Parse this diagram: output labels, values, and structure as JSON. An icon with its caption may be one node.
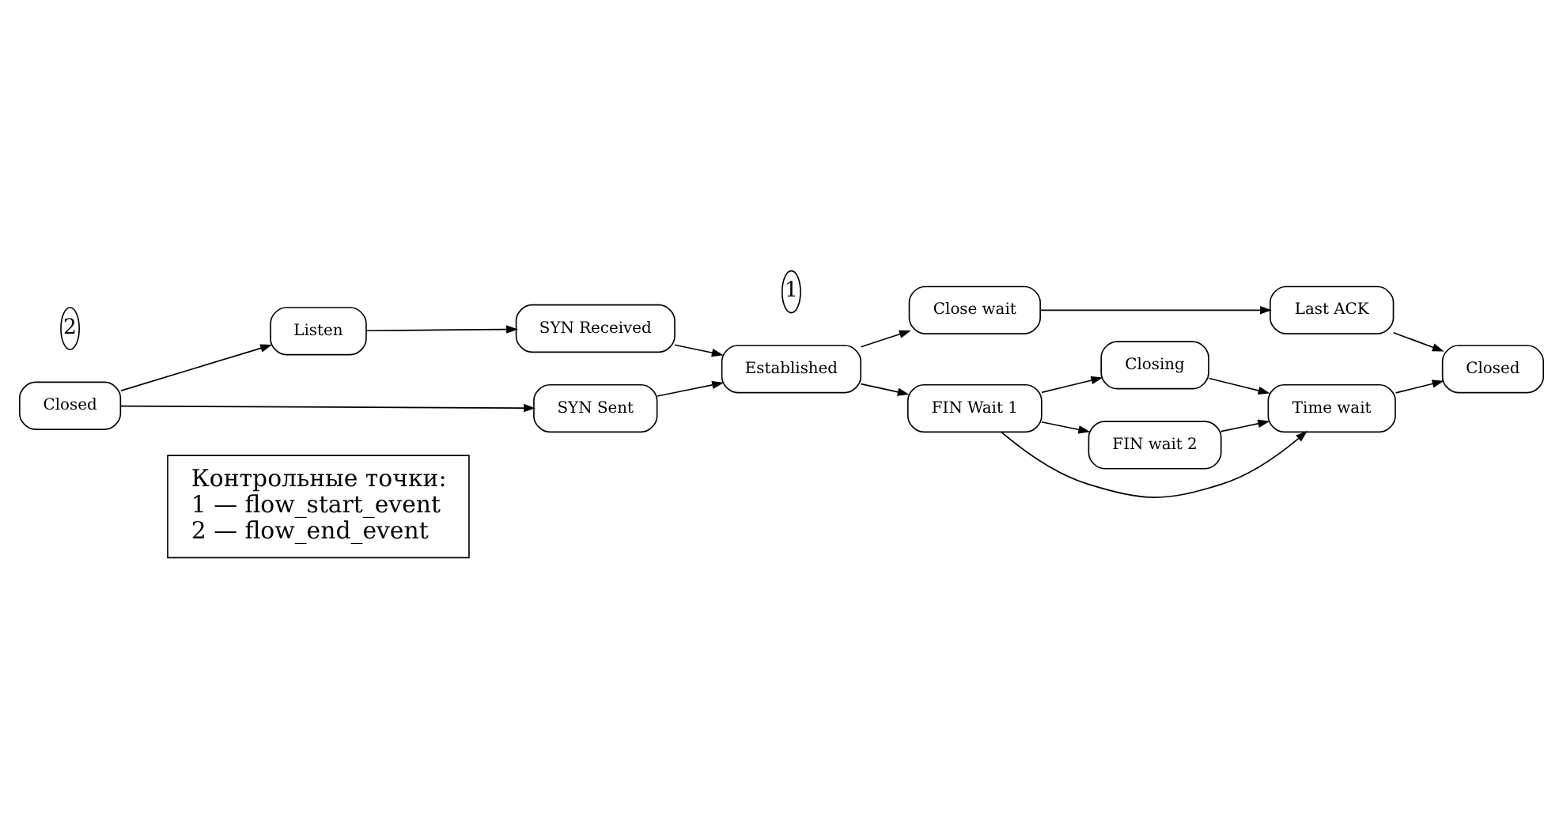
{
  "diagram": {
    "nodes": [
      {
        "text": [
          "Closed"
        ]
      },
      {
        "text": [
          "Listen"
        ]
      },
      {
        "text": [
          "SYN Received"
        ]
      },
      {
        "text": [
          "SYN Sent"
        ]
      },
      {
        "text": [
          "Established"
        ]
      },
      {
        "text": [
          "Close wait"
        ]
      },
      {
        "text": [
          "Last ACK"
        ]
      },
      {
        "text": [
          "Closed"
        ]
      },
      {
        "text": [
          "FIN Wait 1"
        ]
      },
      {
        "text": [
          "Closing"
        ]
      },
      {
        "text": [
          "FIN wait 2"
        ]
      },
      {
        "text": [
          "Time wait"
        ]
      },
      {
        "text": [
          "Контрольные точки:",
          "1 — flow_start_event",
          "2 — flow_end_event"
        ]
      }
    ],
    "edges": [
      {
        "from": 0,
        "to": 1,
        "arrow": "to"
      },
      {
        "from": 1,
        "to": 2,
        "arrow": "to"
      },
      {
        "from": 0,
        "to": 3,
        "arrow": "to"
      },
      {
        "from": 2,
        "to": 4,
        "arrow": "to"
      },
      {
        "from": 3,
        "to": 4,
        "arrow": "to"
      },
      {
        "from": 4,
        "to": 5,
        "arrow": "to"
      },
      {
        "from": 4,
        "to": 8,
        "arrow": "to"
      },
      {
        "from": 5,
        "to": 6,
        "arrow": "to"
      },
      {
        "from": 6,
        "to": 7,
        "arrow": "to"
      },
      {
        "from": 8,
        "to": 9,
        "arrow": "to"
      },
      {
        "from": 8,
        "to": 11,
        "arrow": "to"
      },
      {
        "from": 8,
        "to": 10,
        "arrow": "to"
      },
      {
        "from": 9,
        "to": 11,
        "arrow": "to"
      },
      {
        "from": 10,
        "to": 11,
        "arrow": "to"
      },
      {
        "from": 11,
        "to": 7,
        "arrow": "to"
      }
    ],
    "labels": [
      "1",
      "2"
    ]
  }
}
